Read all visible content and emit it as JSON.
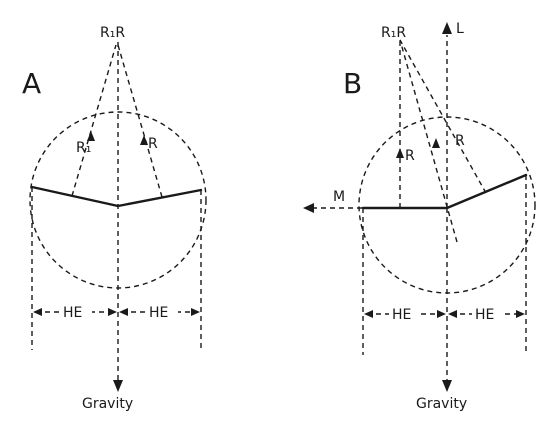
{
  "panel_a": {
    "label": "A",
    "top_label": "R₁R",
    "left_force_label": "R₁",
    "right_force_label": "R",
    "he_left": "HE",
    "he_right": "HE",
    "gravity": "Gravity"
  },
  "panel_b": {
    "label": "B",
    "top_label": "R₁R",
    "l_label": "L",
    "m_label": "M",
    "force_label_1": "R",
    "force_label_2": "R",
    "he_left": "HE",
    "he_right": "HE",
    "gravity": "Gravity"
  }
}
